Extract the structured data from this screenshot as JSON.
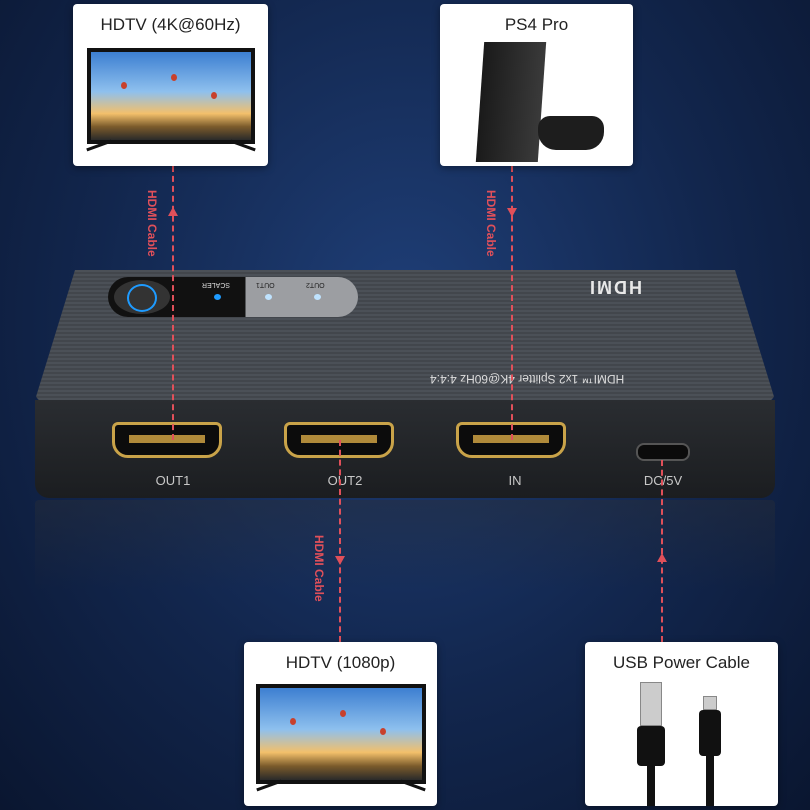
{
  "cards": {
    "hdtv_4k": {
      "title": "HDTV (4K@60Hz)"
    },
    "ps4": {
      "title": "PS4 Pro"
    },
    "hdtv_1080p": {
      "title": "HDTV (1080p)"
    },
    "usb_power": {
      "title": "USB Power Cable"
    }
  },
  "cable_label": "HDMI Cable",
  "device": {
    "logo": "HDMI",
    "model_text": "HDMI™ 1x2 Splitter 4K@60Hz 4:4:4",
    "indicators": [
      "SCALER",
      "OUT1",
      "OUT2"
    ],
    "ports": [
      "OUT1",
      "OUT2",
      "IN",
      "DC/5V"
    ]
  },
  "colors": {
    "accent": "#e0505a",
    "led": "#1e9bff"
  }
}
